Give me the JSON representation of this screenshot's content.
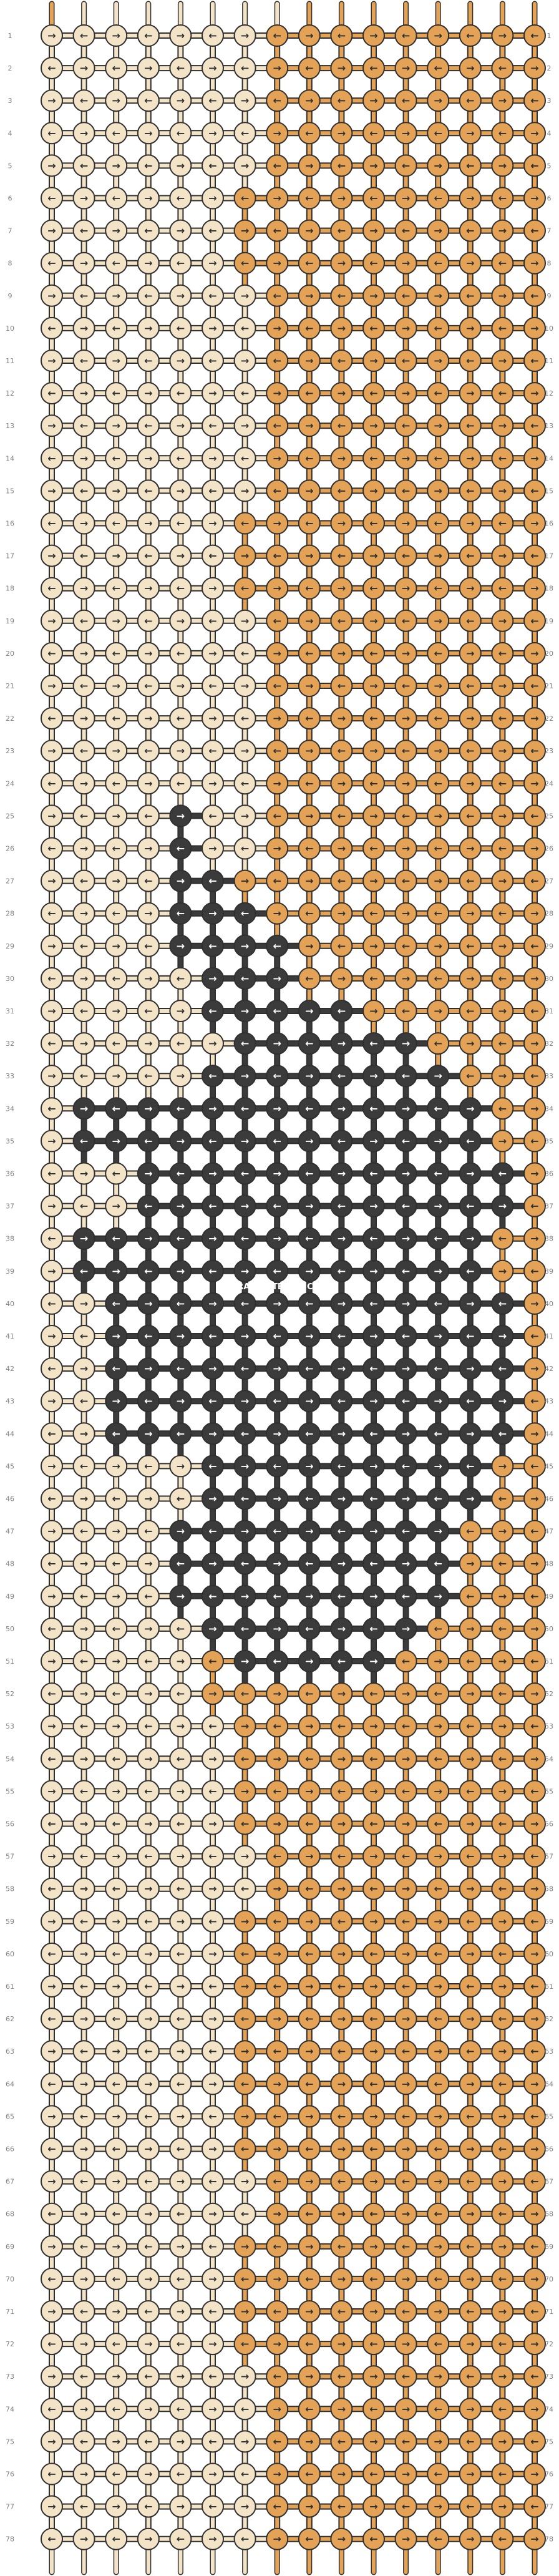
{
  "watermark": "BRACELETBOOK.COM",
  "rows": 78,
  "cols": 16,
  "colors": {
    "background": "#ffffff",
    "outline": "#2f2f2f",
    "a": "#f3e3c7",
    "b": "#e3a255",
    "c": "#3b3b3b"
  },
  "strings": [
    "b",
    "a",
    "a",
    "a",
    "a",
    "a",
    "a",
    "a",
    "b",
    "b",
    "b",
    "b",
    "b",
    "b",
    "b",
    "b"
  ],
  "pattern": [
    "aaaaaaabbbbbbbbb",
    "aaaaaaabbbbbbbbb",
    "aaaaaaabbbbbbbbb",
    "aaaaaaabbbbbbbbb",
    "aaaaaaabbbbbbbbb",
    "aaaaaabbbbbbbbbb",
    "aaaaaabbbbbbbbbb",
    "aaaaaabbbbbbbbbb",
    "aaaaaaabbbbbbbbb",
    "aaaaaaabbbbbbbbb",
    "aaaaaaabbbbbbbbb",
    "aaaaaaabbbbbbbbb",
    "aaaaaaabbbbbbbbb",
    "aaaaaaabbbbbbbbb",
    "aaaaaaabbbbbbbbb",
    "aaaaaabbbbbbbbbb",
    "aaaaaabbbbbbbbbb",
    "aaaaaabbbbbbbbbb",
    "aaaaaaabbbbbbbbb",
    "aaaaaaabbbbbbbbb",
    "aaaaaaabbbbbbbbb",
    "aaaaaaabbbbbbbbb",
    "aaaaaaabbbbbbbbb",
    "aaaaaaabbbbbbbbb",
    "aaaacaabbbbbbbbb",
    "aaaacaabbbbbbbbb",
    "aaaaccbbbbbbbbbb",
    "aaaacccbbbbbbbbb",
    "aaaaccccbbbbbbbb",
    "aaaaacccbbbbbbbb",
    "aaaaacccccbbbbbb",
    "aaaaaaccccccbbbb",
    "aaaaaccccccccbbb",
    "acccccccccccccbb",
    "acccccccccccccbb",
    "aaaccccccccccccb",
    "aaaccccccccccccb",
    "acccccccccccccbb",
    "acccccccccccccbb",
    "aacccccccccccccb",
    "aacccccccccccccb",
    "aacccccccccccccb",
    "aacccccccccccccb",
    "aacccccccccccccb",
    "aaaaacccccccccbb",
    "aaaaacccccccccbb",
    "aaaacccccccccbbb",
    "aaaacccccccccbbb",
    "aaaacccccccccbbb",
    "aaaaacccccccbbbb",
    "aaaaabcccccbbbbb",
    "aaaaabbbbbbbbbbb",
    "aaaaaabbbbbbbbbb",
    "aaaaaabbbbbbbbbb",
    "aaaaaabbbbbbbbbb",
    "aaaaaabbbbbbbbbb",
    "aaaaaaabbbbbbbbb",
    "aaaaaaabbbbbbbbb",
    "aaaaaabbbbbbbbbb",
    "aaaaaabbbbbbbbbb",
    "aaaaaabbbbbbbbbb",
    "aaaaaabbbbbbbbbb",
    "aaaaaabbbbbbbbbb",
    "aaaaaabbbbbbbbbb",
    "aaaaaabbbbbbbbbb",
    "aaaaaabbbbbbbbbb",
    "aaaaaaabbbbbbbbb",
    "aaaaaaabbbbbbbbb",
    "aaaaaabbbbbbbbbb",
    "aaaaaabbbbbbbbbb",
    "aaaaaabbbbbbbbbb",
    "aaaaaabbbbbbbbbb",
    "aaaaaaabbbbbbbbb",
    "aaaaaaabbbbbbbbb",
    "aaaaaaabbbbbbbbb",
    "aaaaaaabbbbbbbbb",
    "aaaaaaabbbbbbbbb",
    "aaaaaaabbbbbbbbb"
  ]
}
